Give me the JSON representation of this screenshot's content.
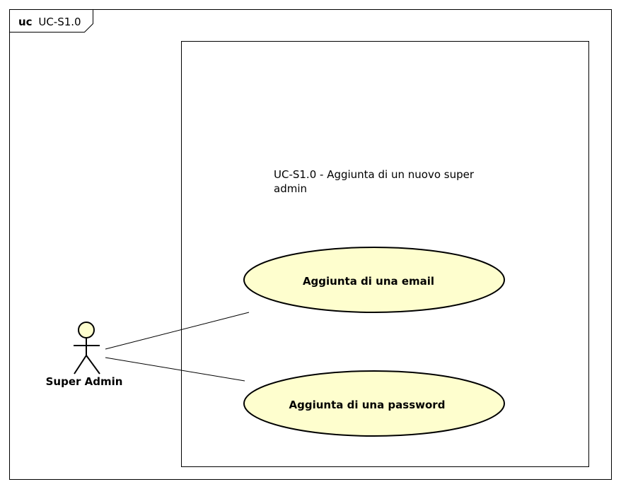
{
  "frame": {
    "keyword": "uc",
    "name": "UC-S1.0"
  },
  "system": {
    "title_line1": "UC-S1.0 - Aggiunta di un nuovo super",
    "title_line2": "admin"
  },
  "actor": {
    "name": "Super Admin"
  },
  "use_cases": [
    {
      "label": "Aggiunta di una email"
    },
    {
      "label": "Aggiunta di una password"
    }
  ],
  "colors": {
    "use_case_fill": "#fefece",
    "actor_fill": "#fefece",
    "stroke": "#000000"
  }
}
